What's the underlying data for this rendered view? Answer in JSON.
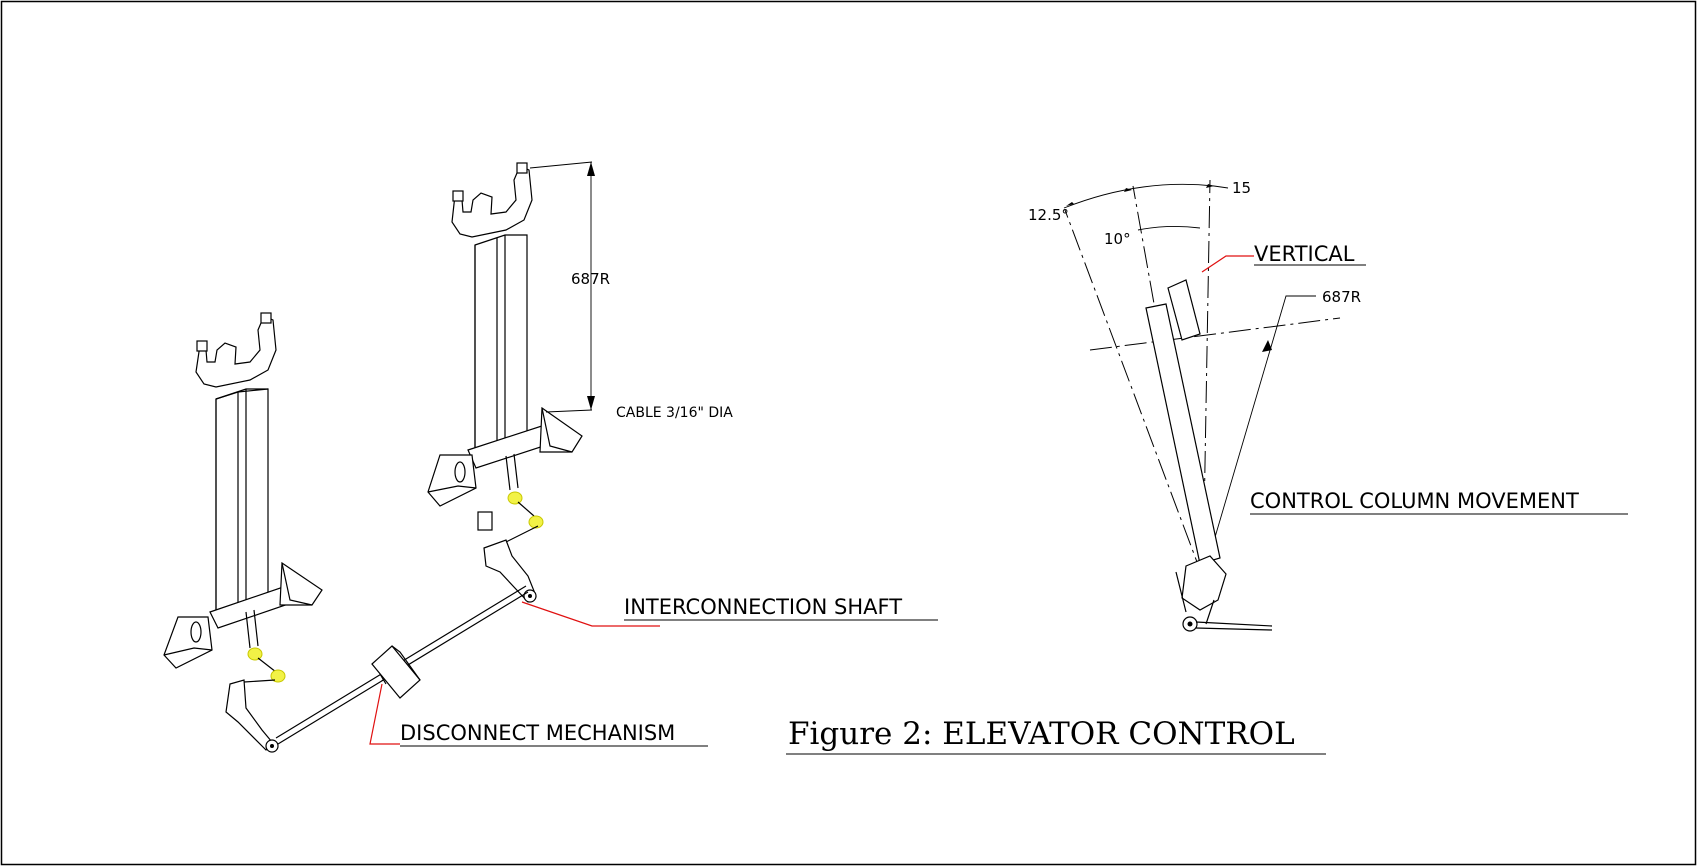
{
  "figure": {
    "title": "Figure 2: ELEVATOR CONTROL"
  },
  "labels": {
    "radius_left": "687R",
    "cable": "CABLE 3/16\" DIA",
    "interconnection_shaft": "INTERCONNECTION SHAFT",
    "disconnect_mechanism": "DISCONNECT MECHANISM",
    "vertical": "VERTICAL",
    "radius_right": "687R",
    "control_column_movement": "CONTROL COLUMN MOVEMENT",
    "angle_12_5": "12.5°",
    "angle_10": "10°",
    "angle_15": "15"
  },
  "colors": {
    "leader_red": "#e01010",
    "joint_yellow": "#f2f246",
    "line": "#000000"
  }
}
